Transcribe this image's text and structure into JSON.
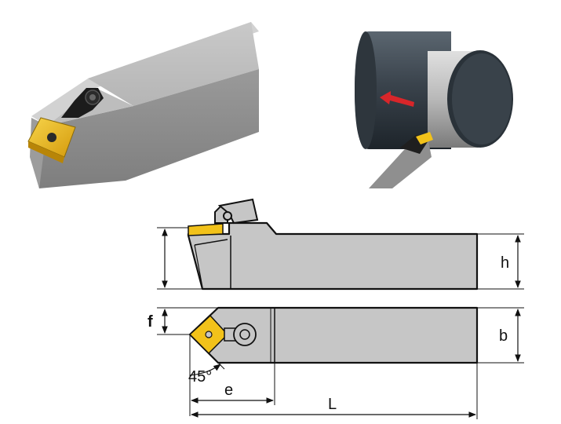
{
  "colors": {
    "body_fill": "#c6c6c6",
    "body_dark": "#8a8a8a",
    "insert_gold": "#f2c21a",
    "outline": "#111111",
    "workpiece": "#3a434c",
    "feed_arrow": "#d8262a"
  },
  "icons": [
    "tool-holder-3d",
    "turning-workpiece-3d",
    "feed-direction-arrow"
  ],
  "labels": {
    "h": "h",
    "b": "b",
    "f": "f",
    "e": "e",
    "L": "L",
    "angle": "45°"
  }
}
